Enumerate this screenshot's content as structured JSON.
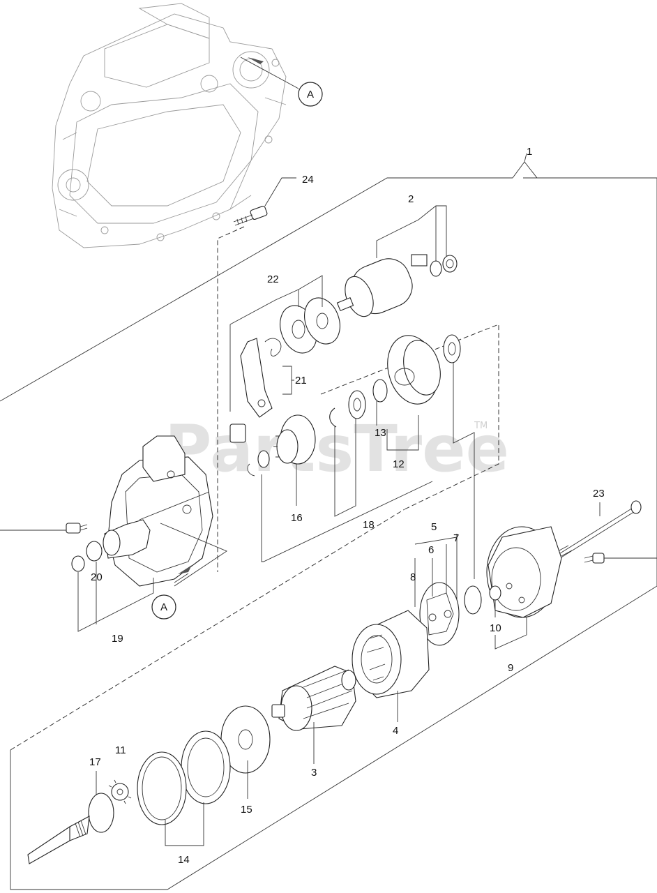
{
  "watermark": {
    "text": "PartsTree",
    "tm": "TM"
  },
  "reference_marks": [
    {
      "id": "ref-a-top",
      "label": "A"
    },
    {
      "id": "ref-a-bottom",
      "label": "A"
    }
  ],
  "callouts": [
    {
      "id": "1",
      "label": "1"
    },
    {
      "id": "2",
      "label": "2"
    },
    {
      "id": "3",
      "label": "3"
    },
    {
      "id": "4",
      "label": "4"
    },
    {
      "id": "5",
      "label": "5"
    },
    {
      "id": "6",
      "label": "6"
    },
    {
      "id": "7",
      "label": "7"
    },
    {
      "id": "8",
      "label": "8"
    },
    {
      "id": "9",
      "label": "9"
    },
    {
      "id": "10",
      "label": "10"
    },
    {
      "id": "11",
      "label": "11"
    },
    {
      "id": "12",
      "label": "12"
    },
    {
      "id": "13",
      "label": "13"
    },
    {
      "id": "14",
      "label": "14"
    },
    {
      "id": "15",
      "label": "15"
    },
    {
      "id": "16",
      "label": "16"
    },
    {
      "id": "17",
      "label": "17"
    },
    {
      "id": "18",
      "label": "18"
    },
    {
      "id": "19",
      "label": "19"
    },
    {
      "id": "20",
      "label": "20"
    },
    {
      "id": "21",
      "label": "21"
    },
    {
      "id": "22",
      "label": "22"
    },
    {
      "id": "23",
      "label": "23"
    },
    {
      "id": "24",
      "label": "24"
    }
  ]
}
